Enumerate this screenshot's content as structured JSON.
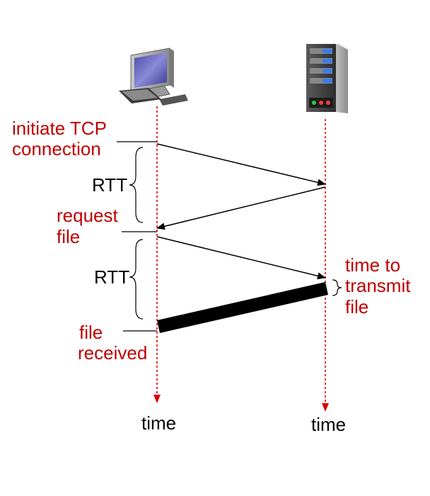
{
  "colors": {
    "annotation": "#c00000",
    "timeline": "#e00000",
    "text": "#000000"
  },
  "hosts": {
    "client_icon": "desktop-computer-icon",
    "server_icon": "server-tower-icon"
  },
  "labels": {
    "initiate_line1": "initiate TCP",
    "initiate_line2": "connection",
    "request_line1": "request",
    "request_line2": "file",
    "file_line1": "file",
    "file_line2": "received",
    "transmit_line1": "time to",
    "transmit_line2": "transmit",
    "transmit_line3": "file",
    "rtt_1": "RTT",
    "rtt_2": "RTT",
    "client_time": "time",
    "server_time": "time"
  }
}
